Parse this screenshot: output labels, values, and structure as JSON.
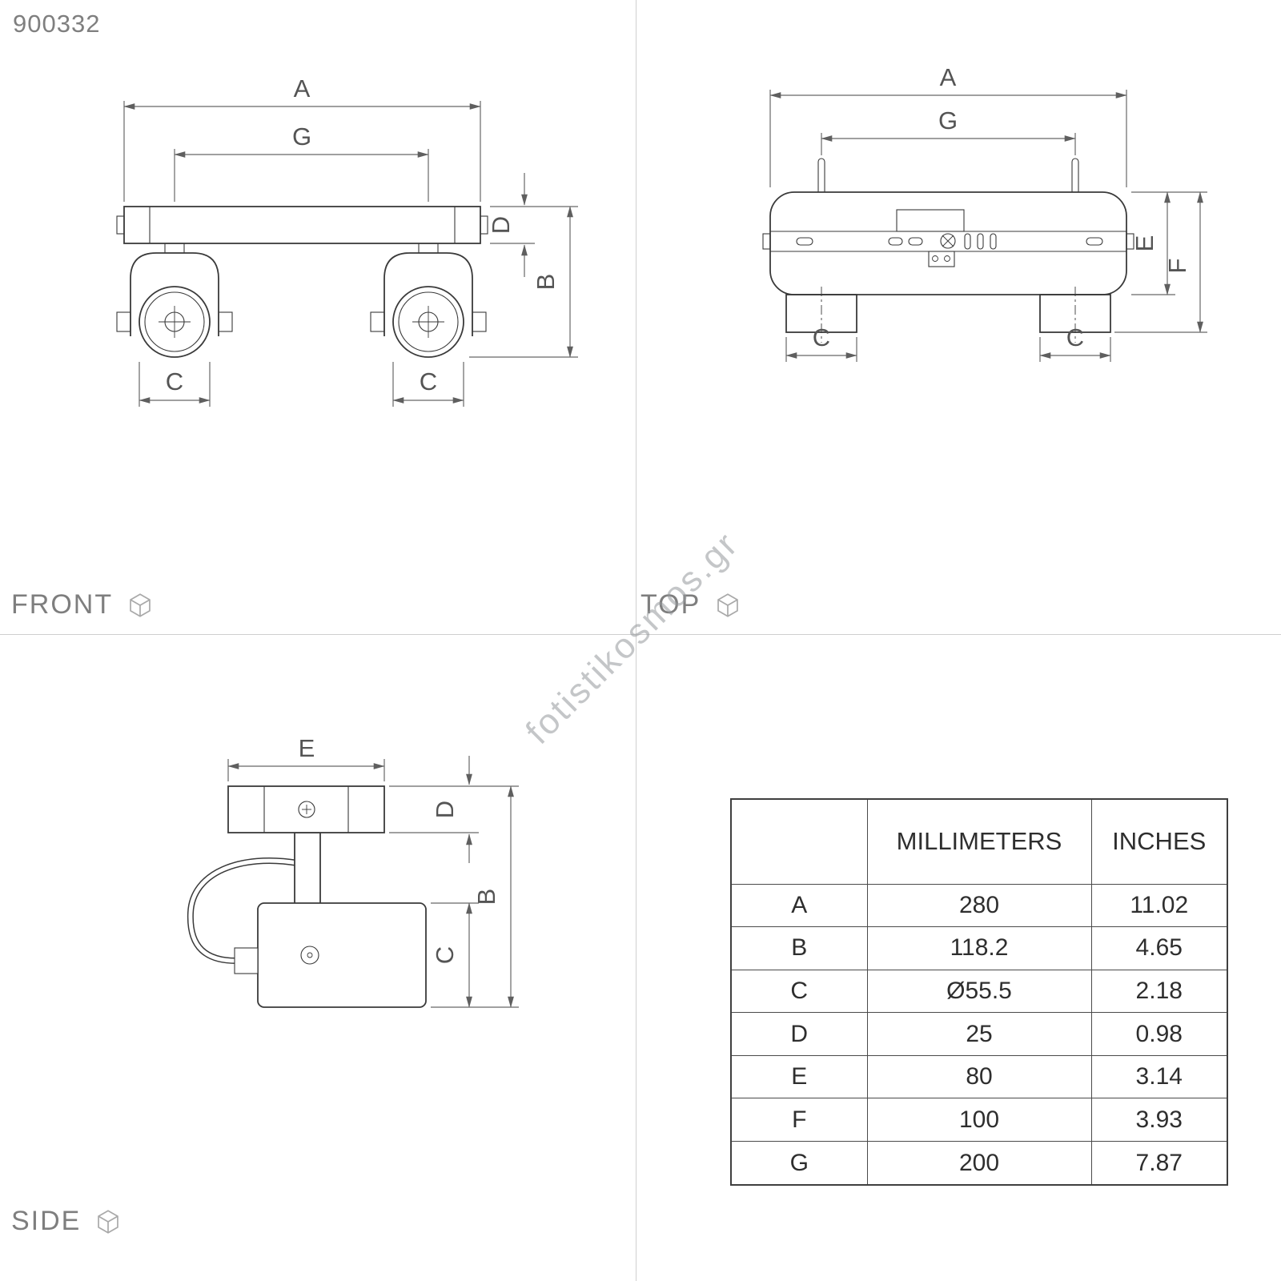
{
  "product_code": "900332",
  "watermark": "fotistikosmos.gr",
  "views": {
    "front": {
      "label": "FRONT"
    },
    "top": {
      "label": "TOP"
    },
    "side": {
      "label": "SIDE"
    }
  },
  "dims": {
    "A": "A",
    "B": "B",
    "C": "C",
    "D": "D",
    "E": "E",
    "F": "F",
    "G": "G"
  },
  "table": {
    "col_mm": "MILLIMETERS",
    "col_in": "INCHES",
    "rows": [
      {
        "label": "A",
        "mm": "280",
        "inches": "11.02"
      },
      {
        "label": "B",
        "mm": "118.2",
        "inches": "4.65"
      },
      {
        "label": "C",
        "mm": "Ø55.5",
        "inches": "2.18"
      },
      {
        "label": "D",
        "mm": "25",
        "inches": "0.98"
      },
      {
        "label": "E",
        "mm": "80",
        "inches": "3.14"
      },
      {
        "label": "F",
        "mm": "100",
        "inches": "3.93"
      },
      {
        "label": "G",
        "mm": "200",
        "inches": "7.87"
      }
    ]
  }
}
